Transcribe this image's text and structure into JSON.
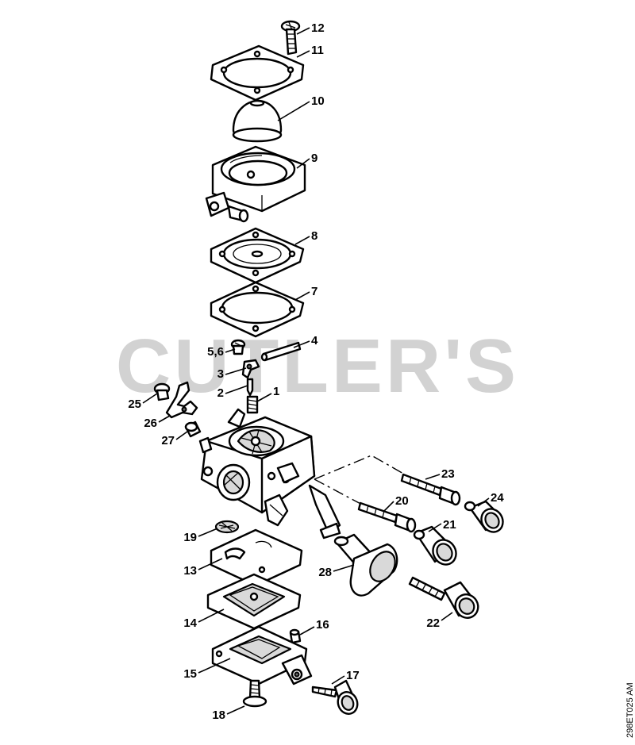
{
  "watermark": "CUTLER'S",
  "drawing_code": "298ET025 AM",
  "callouts": [
    "12",
    "11",
    "10",
    "9",
    "8",
    "7",
    "4",
    "5,6",
    "3",
    "2",
    "1",
    "25",
    "26",
    "27",
    "23",
    "24",
    "20",
    "21",
    "19",
    "13",
    "28",
    "14",
    "22",
    "16",
    "15",
    "17",
    "18"
  ],
  "colors": {
    "line": "#000000",
    "watermark": "#d2d2d2",
    "background": "#ffffff"
  }
}
